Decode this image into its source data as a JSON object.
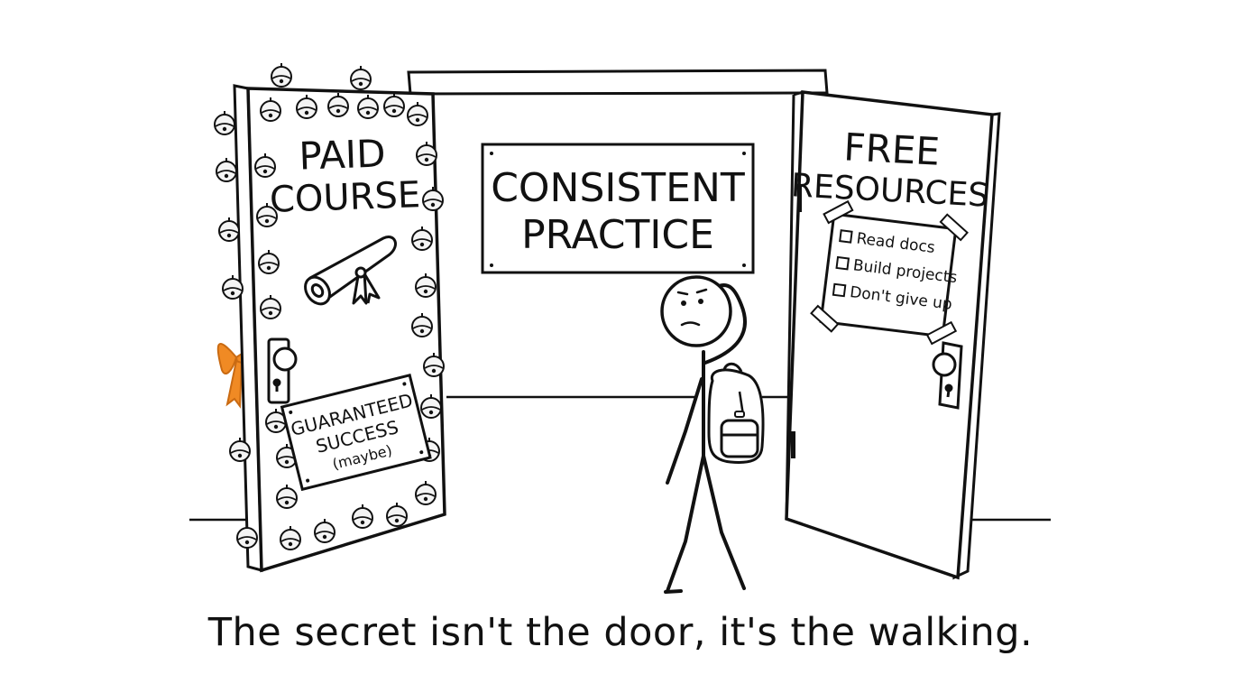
{
  "colors": {
    "ink": "#111111",
    "paper": "#ffffff",
    "bow": "#f08a24",
    "bow_shadow": "#c96a12",
    "bell_fill": "#f4f4f4"
  },
  "left_door": {
    "title_line1": "PAID",
    "title_line2": "COURSE",
    "icon": "diploma-scroll-icon",
    "badge_line1": "GUARANTEED",
    "badge_line2": "SUCCESS",
    "badge_line3": "(maybe)",
    "decoration_icon": "jingle-bell-icon",
    "ribbon_icon": "bow-icon"
  },
  "center_sign": {
    "line1": "CONSISTENT",
    "line2": "PRACTICE"
  },
  "right_door": {
    "title_line1": "FREE",
    "title_line2": "RESOURCES",
    "checklist": [
      "Read docs",
      "Build projects",
      "Don't give up"
    ]
  },
  "figure": {
    "description_icon": "stick-figure-icon",
    "accessory_icon": "backpack-icon"
  },
  "caption": "The secret isn't the door, it's the walking."
}
